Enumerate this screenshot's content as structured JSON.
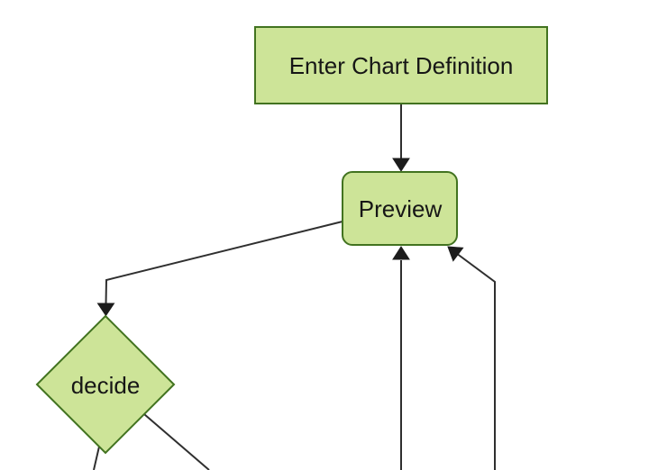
{
  "diagram": {
    "type": "flowchart",
    "direction": "top-down",
    "nodes": [
      {
        "id": "A",
        "label": "Enter Chart Definition",
        "shape": "rectangle"
      },
      {
        "id": "B",
        "label": "Preview",
        "shape": "rounded-rectangle"
      },
      {
        "id": "C",
        "label": "decide",
        "shape": "diamond"
      }
    ],
    "edges": [
      {
        "from": "Enter Chart Definition",
        "to": "Preview",
        "arrowhead": true
      },
      {
        "from": "Preview",
        "to": "decide",
        "arrowhead": true
      },
      {
        "from": "offscreen-bottom",
        "to": "Preview",
        "arrowhead": true
      },
      {
        "from": "offscreen-bottom",
        "to": "Preview",
        "arrowhead": true
      },
      {
        "from": "decide",
        "to": "offscreen-bottom",
        "arrowhead": false
      },
      {
        "from": "decide",
        "to": "offscreen-bottom",
        "arrowhead": false
      }
    ],
    "colors": {
      "node_fill": "#cde498",
      "node_stroke": "#427320",
      "edge_line": "#2f2f2f",
      "arrowhead": "#1c1c1c",
      "label_text": "#161616",
      "background": "#ffffff"
    }
  }
}
